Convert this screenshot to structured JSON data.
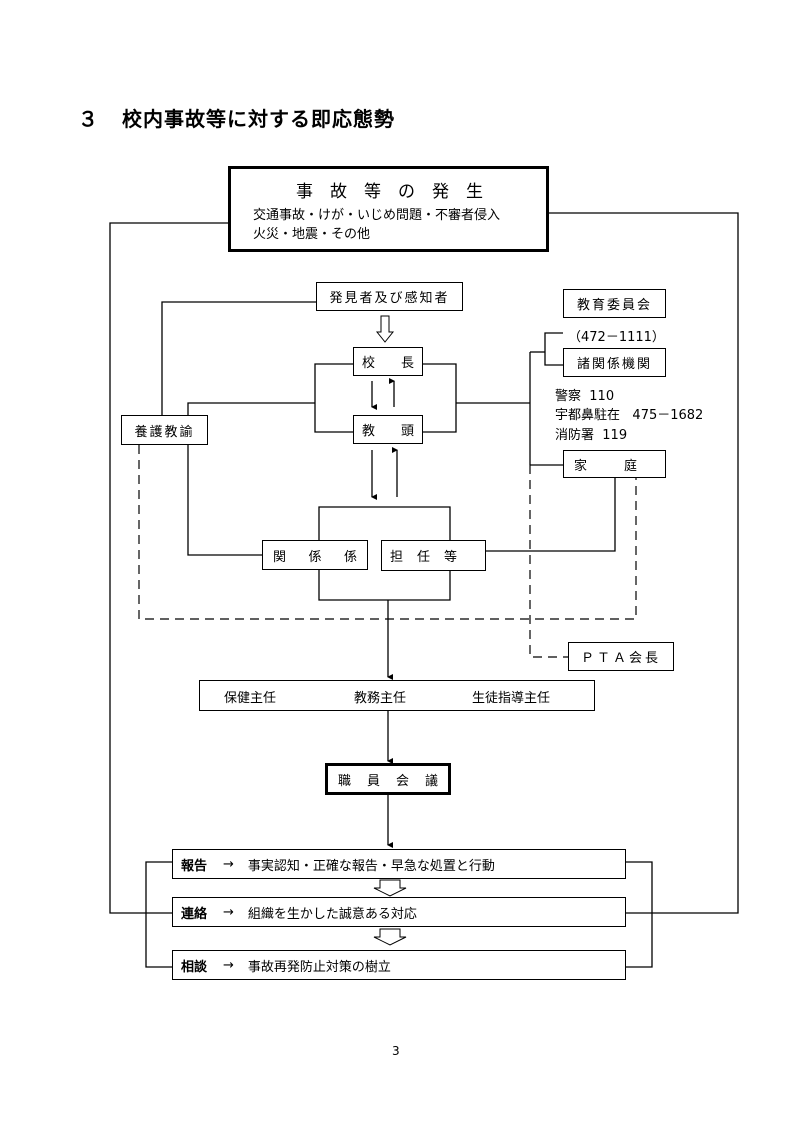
{
  "title": {
    "number": "３",
    "text": "校内事故等に対する即応態勢"
  },
  "diagram": {
    "incident": {
      "heading": "事　故　等　の　発　生",
      "line1": "交通事故・けが・いじめ問題・不審者侵入",
      "line2": "火災・地震・その他"
    },
    "discoverer": "発見者及び感知者",
    "principal": "校　　長",
    "vice_principal": "教　　頭",
    "school_nurse": "養護教諭",
    "board_of_education": "教育委員会",
    "board_phone": "（472－1111）",
    "related_agencies": "諸関係機関",
    "contacts": [
      {
        "name": "警察",
        "number": "110"
      },
      {
        "name": "宇都鼻駐在",
        "number": "475－1682"
      },
      {
        "name": "消防署",
        "number": "119"
      }
    ],
    "family": {
      "left": "家",
      "right": "庭"
    },
    "staff_in_charge": {
      "a": "関",
      "b": "係",
      "c": "係"
    },
    "homeroom": {
      "a": "担",
      "b": "任",
      "c": "等"
    },
    "pta": "ＰＴＡ会長",
    "coordinators": [
      "保健主任",
      "教務主任",
      "生徒指導主任"
    ],
    "staff_meeting": {
      "a": "職",
      "b": "員",
      "c": "会",
      "d": "議"
    },
    "actions": [
      {
        "label": "報告",
        "arrow": "→",
        "text": "事実認知・正確な報告・早急な処置と行動"
      },
      {
        "label": "連絡",
        "arrow": "→",
        "text": "組織を生かした誠意ある対応"
      },
      {
        "label": "相談",
        "arrow": "→",
        "text": "事故再発防止対策の樹立"
      }
    ]
  },
  "page_number": "3"
}
